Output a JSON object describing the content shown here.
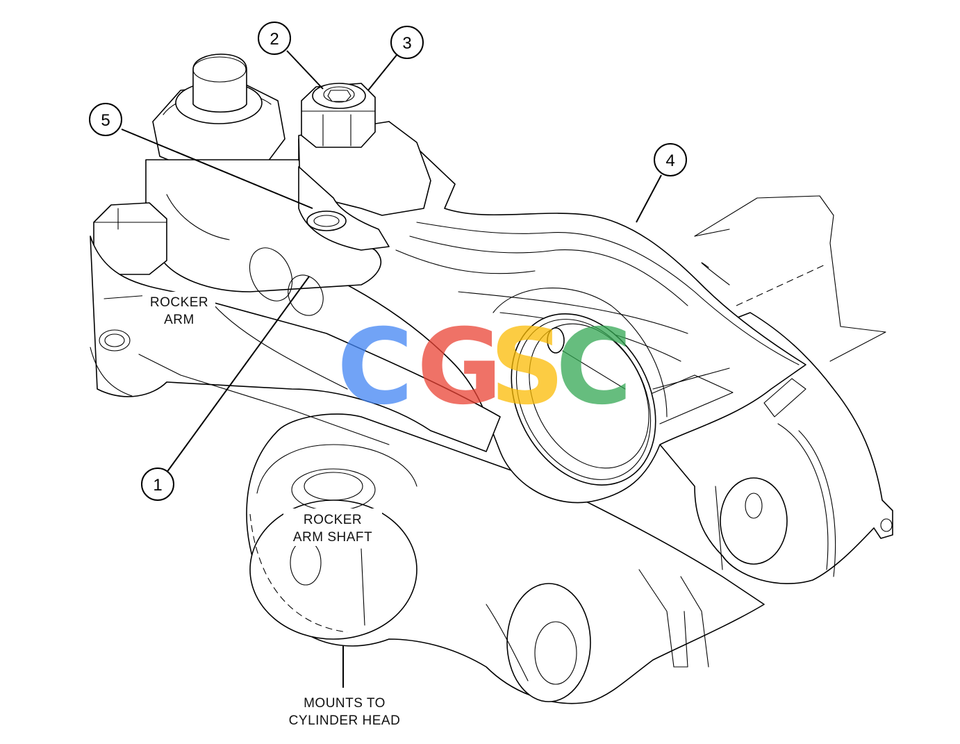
{
  "callouts": [
    {
      "id": "1",
      "label": "1"
    },
    {
      "id": "2",
      "label": "2"
    },
    {
      "id": "3",
      "label": "3"
    },
    {
      "id": "4",
      "label": "4"
    },
    {
      "id": "5",
      "label": "5"
    }
  ],
  "labels": {
    "rocker_arm": [
      "ROCKER",
      "ARM"
    ],
    "rocker_arm_shaft": [
      "ROCKER",
      "ARM SHAFT"
    ],
    "mounts_to_cylinder_head": [
      "MOUNTS TO",
      "CYLINDER HEAD"
    ]
  },
  "watermark": {
    "letters": [
      {
        "char": "C",
        "color": "#4285F4"
      },
      {
        "char": "G",
        "color": "#EA4335"
      },
      {
        "char": "S",
        "color": "#FBBC05"
      },
      {
        "char": "C",
        "color": "#34A853"
      }
    ]
  }
}
